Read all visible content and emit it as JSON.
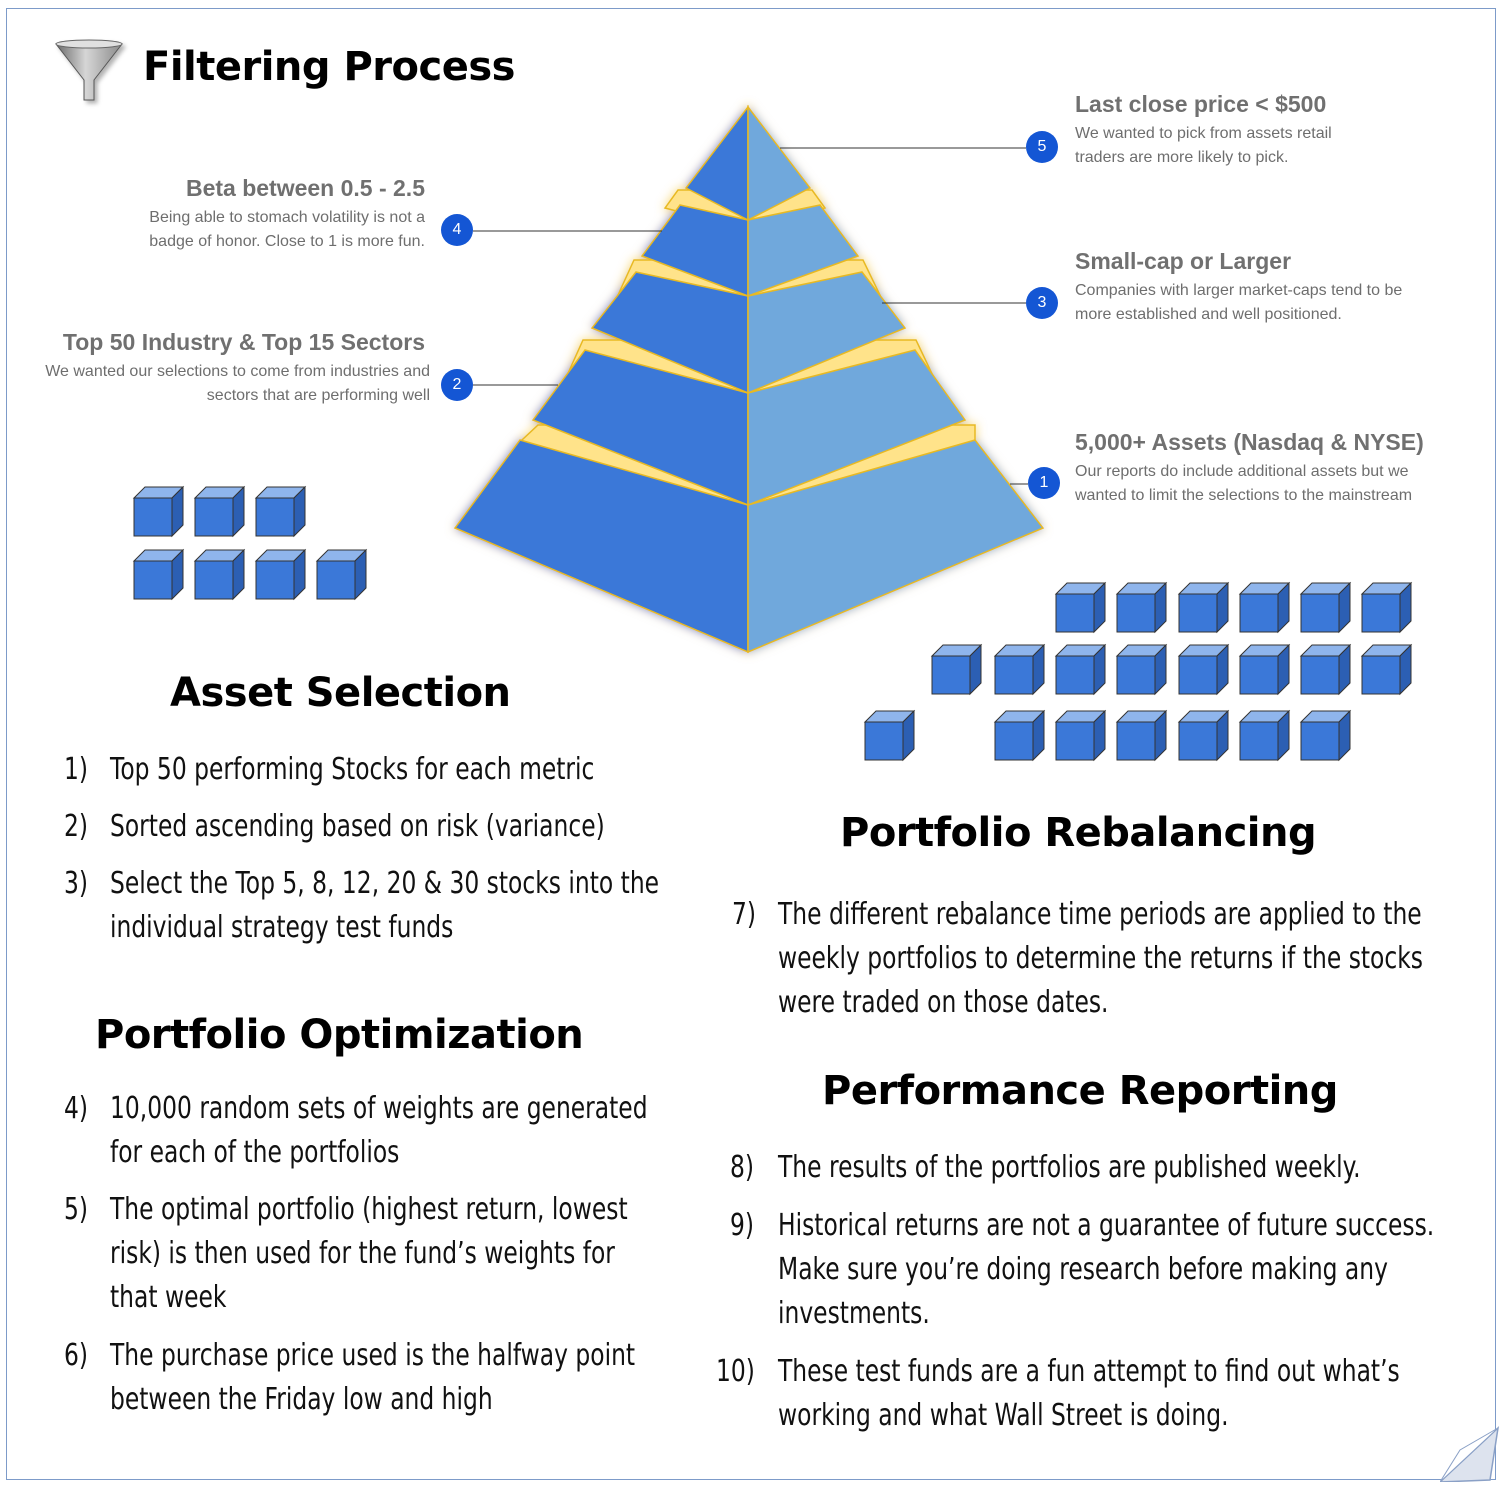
{
  "header": {
    "title": "Filtering Process",
    "icon": "funnel-icon"
  },
  "tiers": [
    {
      "num": "1",
      "title": "5,000+ Assets (Nasdaq & NYSE)",
      "desc": "Our reports do include additional assets but we wanted to limit the selections to the mainstream"
    },
    {
      "num": "2",
      "title": "Top 50 Industry & Top 15 Sectors",
      "desc": "We wanted our selections to come from industries and sectors that are performing well"
    },
    {
      "num": "3",
      "title": "Small-cap or Larger",
      "desc": "Companies with larger market-caps tend to be more established and well positioned."
    },
    {
      "num": "4",
      "title": "Beta between 0.5 - 2.5",
      "desc": "Being able to stomach volatility is not a badge of honor. Close to 1 is more fun."
    },
    {
      "num": "5",
      "title": "Last close price < $500",
      "desc": "We wanted to pick from assets retail traders are more likely to pick."
    }
  ],
  "sections": [
    {
      "heading": "Asset Selection",
      "items": [
        {
          "num": "1)",
          "text": "Top 50 performing Stocks for each metric"
        },
        {
          "num": "2)",
          "text": "Sorted ascending based on risk (variance)"
        },
        {
          "num": "3)",
          "text": "Select the Top 5, 8, 12, 20 & 30 stocks into the individual strategy test funds"
        }
      ]
    },
    {
      "heading": "Portfolio Optimization",
      "items": [
        {
          "num": "4)",
          "text": "10,000 random sets of weights are generated for each of the portfolios"
        },
        {
          "num": "5)",
          "text": "The optimal portfolio (highest return, lowest risk) is then used for the fund’s weights for that week"
        },
        {
          "num": "6)",
          "text": "The purchase price used is the halfway point between the Friday low and high"
        }
      ]
    },
    {
      "heading": "Portfolio Rebalancing",
      "items": [
        {
          "num": "7)",
          "text": "The different rebalance time periods are applied to the weekly portfolios to determine the returns if the stocks were traded on those dates."
        }
      ]
    },
    {
      "heading": "Performance Reporting",
      "items": [
        {
          "num": "8)",
          "text": "The results of the portfolios are published weekly."
        },
        {
          "num": "9)",
          "text": "Historical returns are not a guarantee of future success. Make sure you’re doing research before making any investments."
        },
        {
          "num": "10)",
          "text": "These test funds are a fun attempt to find out what’s working and what Wall Street is doing."
        }
      ]
    }
  ],
  "colors": {
    "pyramid_left": "#3b78d8",
    "pyramid_right": "#6fa8dc",
    "band": "#ffe38a",
    "badge": "#1456d4",
    "cube": "#3b78d8"
  }
}
